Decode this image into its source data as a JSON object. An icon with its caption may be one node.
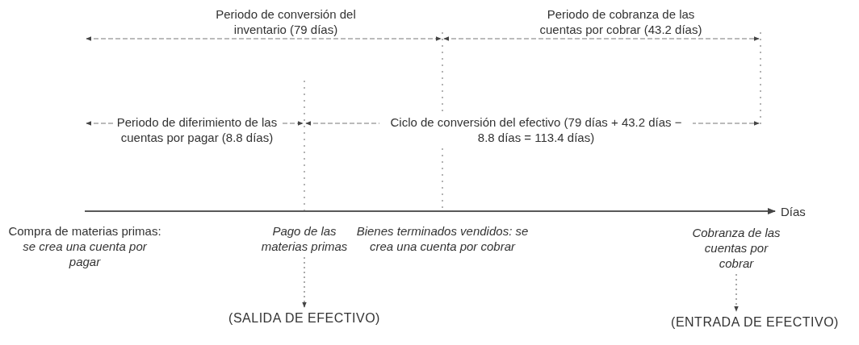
{
  "diagram": {
    "nodes": [
      {
        "text": [
          "Compra de materias primas:",
          "se crea una cuenta por pagar"
        ]
      },
      {
        "text": [
          "Pago de las materias primas"
        ]
      },
      {
        "text": [
          "Bienes terminados vendidos: se crea una cuenta por cobrar"
        ]
      },
      {
        "text": [
          "Cobranza de las cuentas por cobrar"
        ]
      },
      {
        "text": [
          "(SALIDA DE EFECTIVO)"
        ]
      },
      {
        "text": [
          "(ENTRADA DE EFECTIVO)"
        ]
      }
    ],
    "edges": [
      {
        "from": 1,
        "to": 4,
        "arrow": "to",
        "style": "dashed"
      },
      {
        "from": 3,
        "to": 5,
        "arrow": "to",
        "style": "dashed"
      }
    ],
    "labels": [
      "Periodo de conversión del inventario (79 días)",
      "Periodo de cobranza de las cuentas por cobrar (43.2 días)",
      "Periodo de diferimiento de las cuentas por pagar (8.8 días)",
      "Ciclo de conversión del efectivo (79 días + 43.2 días − 8.8 días = 113.4 días)",
      "Días"
    ]
  }
}
